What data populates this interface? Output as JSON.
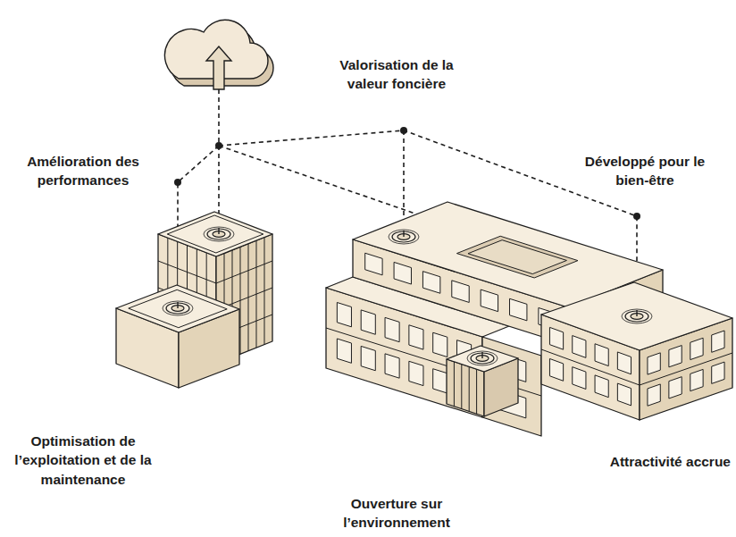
{
  "diagram": {
    "labels": [
      "Valorisation de la valeur foncière",
      "Amélioration des performances",
      "Développé pour le bien-être",
      "Optimisation de l’exploitation et de la maintenance",
      "Attractivité accrue",
      "Ouverture sur l’environnement"
    ]
  }
}
